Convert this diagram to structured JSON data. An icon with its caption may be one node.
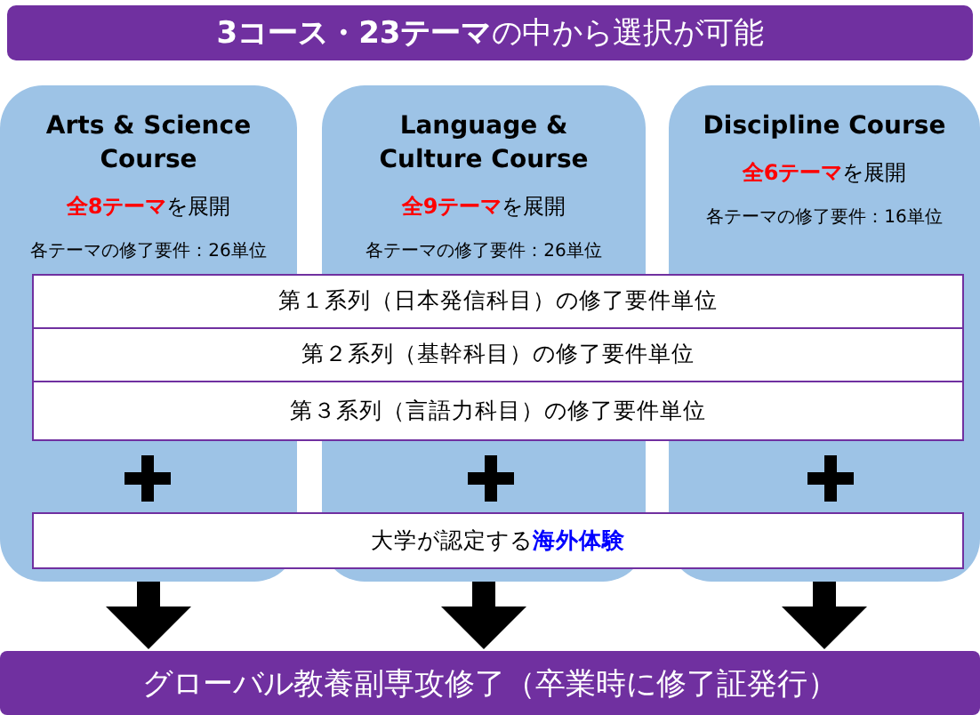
{
  "diagram": {
    "nodes": [
      {
        "text": [
          "**3コース・23テーマ**の中から選択が可能"
        ]
      },
      {
        "text": [
          "Arts & Science Course",
          "**全8テーマ**を展開",
          "各テーマの修了要件：26単位"
        ]
      },
      {
        "text": [
          "Language & Culture Course",
          "**全9テーマ**を展開",
          "各テーマの修了要件：26単位"
        ]
      },
      {
        "text": [
          "Discipline Course",
          "**全6テーマ**を展開",
          "各テーマの修了要件：16単位"
        ]
      },
      {
        "text": [
          "第１系列（日本発信科目）の修了要件単位"
        ]
      },
      {
        "text": [
          "第２系列（基幹科目）の修了要件単位"
        ]
      },
      {
        "text": [
          "第３系列（言語力科目）の修了要件単位"
        ]
      },
      {
        "text": [
          "大学が認定する**海外体験**"
        ]
      },
      {
        "text": [
          "グローバル教養副専攻修了（卒業時に修了証発行）"
        ]
      }
    ],
    "edges": [
      {
        "from": 1,
        "to": 8,
        "arrow": "to"
      },
      {
        "from": 2,
        "to": 8,
        "arrow": "to"
      },
      {
        "from": 3,
        "to": 8,
        "arrow": "to"
      }
    ]
  }
}
